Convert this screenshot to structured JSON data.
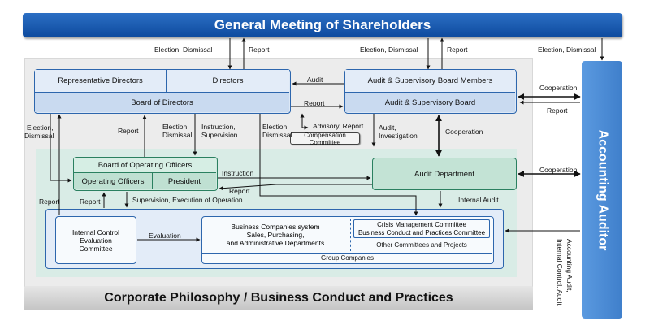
{
  "header": {
    "title": "General Meeting of Shareholders"
  },
  "footer": {
    "title": "Corporate Philosophy / Business Conduct and Practices"
  },
  "accounting_auditor": {
    "title": "Accounting Auditor"
  },
  "board": {
    "representative_directors": "Representative Directors",
    "directors": "Directors",
    "board_of_directors": "Board of Directors"
  },
  "asb": {
    "members": "Audit & Supervisory Board Members",
    "board": "Audit & Supervisory Board"
  },
  "compensation_committee": "Compensation Committee",
  "operating": {
    "board": "Board of Operating Officers",
    "officers": "Operating Officers",
    "president": "President"
  },
  "audit_department": "Audit Department",
  "icec": {
    "line1": "Internal Control",
    "line2": "Evaluation",
    "line3": "Committee"
  },
  "business": {
    "line1": "Business Companies system",
    "line2": "Sales, Purchasing,",
    "line3": "and Administrative Departments",
    "crisis": "Crisis Management Committee",
    "conduct": "Business Conduct and Practices Committee",
    "other": "Other Committees and Projects",
    "group": "Group Companies"
  },
  "labels": {
    "election_dismissal": "Election, Dismissal",
    "report": "Report",
    "audit": "Audit",
    "cooperation": "Cooperation",
    "advisory_report": "Advisory, Report",
    "election": "Election,",
    "dismissal": "Dismissal",
    "instruction": "Instruction,",
    "supervision": "Supervision",
    "audit_comma": "Audit,",
    "investigation": "Investigation",
    "instruction_plain": "Instruction",
    "supervision_execution": "Supervision, Execution of Operation",
    "internal_audit": "Internal Audit",
    "evaluation": "Evaluation",
    "accounting_audit": "Accounting Audit,",
    "internal_control_audit": "Internal Control, Audit"
  },
  "colors": {
    "navy": "#0d4a9e",
    "blue_box": "#dce8f6",
    "green_box": "#cfeadf",
    "auditor": "#4a8bd6",
    "gray_bg": "#ececec"
  }
}
